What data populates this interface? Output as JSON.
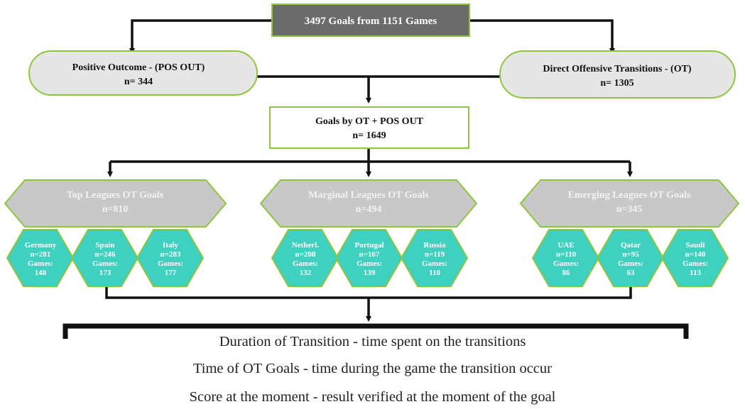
{
  "top_box": {
    "label": "3497 Goals from 1151 Games"
  },
  "pos_out": {
    "title": "Positive Outcome - (POS OUT)",
    "count": "n= 344"
  },
  "ot": {
    "title": "Direct Offensive Transitions - (OT)",
    "count": "n= 1305"
  },
  "combined": {
    "title": "Goals by OT + POS OUT",
    "count": "n= 1649"
  },
  "groups": [
    {
      "title": "Top Leagues OT Goals",
      "count": "n=810",
      "leagues": [
        {
          "name": "Germany",
          "goals": "n=281",
          "games_label": "Games:",
          "games": "148"
        },
        {
          "name": "Spain",
          "goals": "n=246",
          "games_label": "Games:",
          "games": "173"
        },
        {
          "name": "Italy",
          "goals": "n=283",
          "games_label": "Games:",
          "games": "177"
        }
      ]
    },
    {
      "title": "Marginal Leagues OT Goals",
      "count": "n=494",
      "leagues": [
        {
          "name": "Netherl.",
          "goals": "n=208",
          "games_label": "Games:",
          "games": "132"
        },
        {
          "name": "Portugal",
          "goals": "n=167",
          "games_label": "Games:",
          "games": "139"
        },
        {
          "name": "Russia",
          "goals": "n=119",
          "games_label": "Games:",
          "games": "110"
        }
      ]
    },
    {
      "title": "Emerging  Leagues OT Goals",
      "count": "n=345",
      "leagues": [
        {
          "name": "UAE",
          "goals": "n=110",
          "games_label": "Games:",
          "games": "86"
        },
        {
          "name": "Qatar",
          "goals": "n=95",
          "games_label": "Games:",
          "games": "63"
        },
        {
          "name": "Saudi",
          "goals": "n=140",
          "games_label": "Games:",
          "games": "113"
        }
      ]
    }
  ],
  "outcomes": [
    "Duration of Transition - time spent on the transitions",
    "Time of OT Goals - time during the game the transition occur",
    "Score at the moment - result verified at the moment of the goal"
  ],
  "colors": {
    "top_box_fill": "#6b6b6b",
    "accent_green": "#8cc63f",
    "pill_fill": "#e6e6e6",
    "group_fill": "#c8c8c8",
    "hex_fill": "#3fd1bf",
    "connector": "#111111"
  }
}
